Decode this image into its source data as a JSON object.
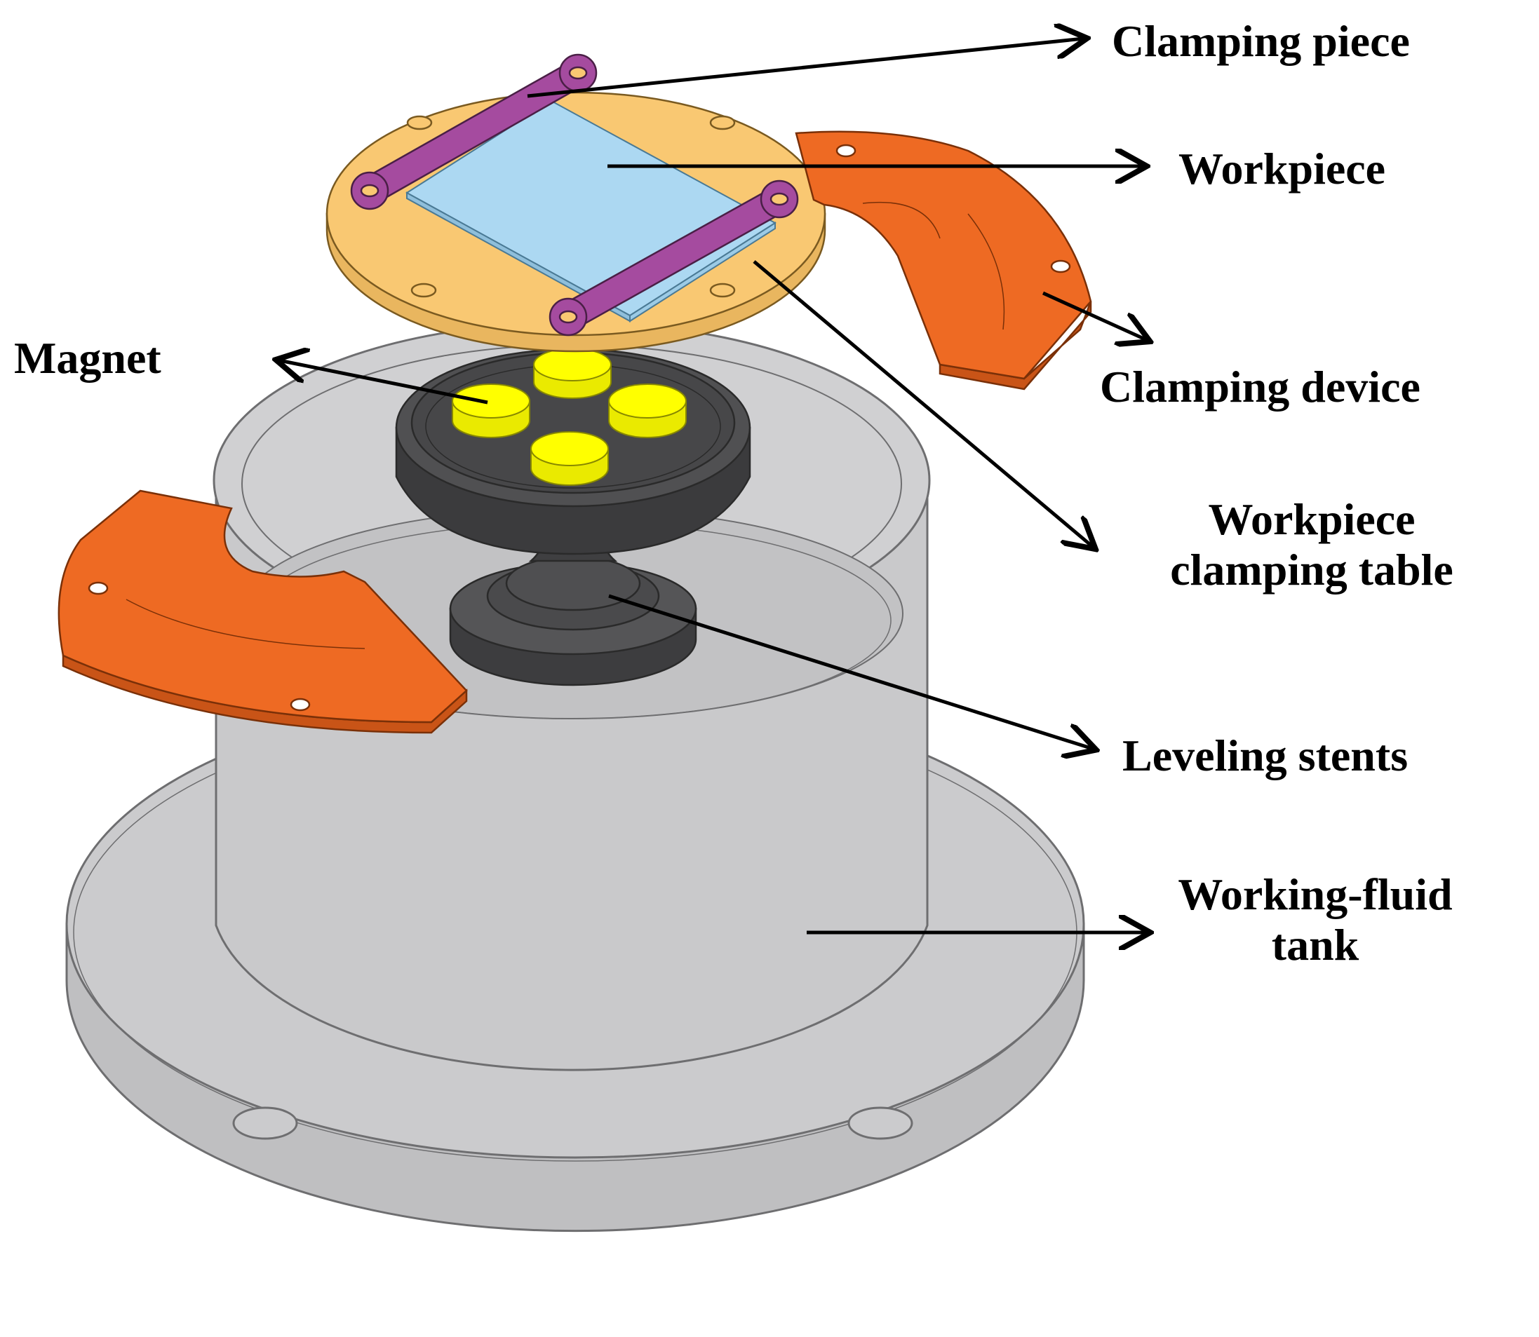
{
  "labels": {
    "clamping_piece": "Clamping piece",
    "workpiece": "Workpiece",
    "magnet": "Magnet",
    "clamping_device": "Clamping device",
    "workpiece_clamping_table": [
      "Workpiece",
      "clamping table"
    ],
    "leveling_stents": "Leveling stents",
    "working_fluid_tank": [
      "Working-fluid",
      "tank"
    ]
  },
  "colors": {
    "tank": "#c9c9cb",
    "tank_edge": "#6e6e70",
    "clamping_table": "#f9c872",
    "workpiece": "#acd8f2",
    "clamping_piece": "#a54b9f",
    "clamping_device": "#ee6a23",
    "magnet": "#ffff00",
    "leveling_stent": "#4d4d4f",
    "arrow": "#000000"
  }
}
